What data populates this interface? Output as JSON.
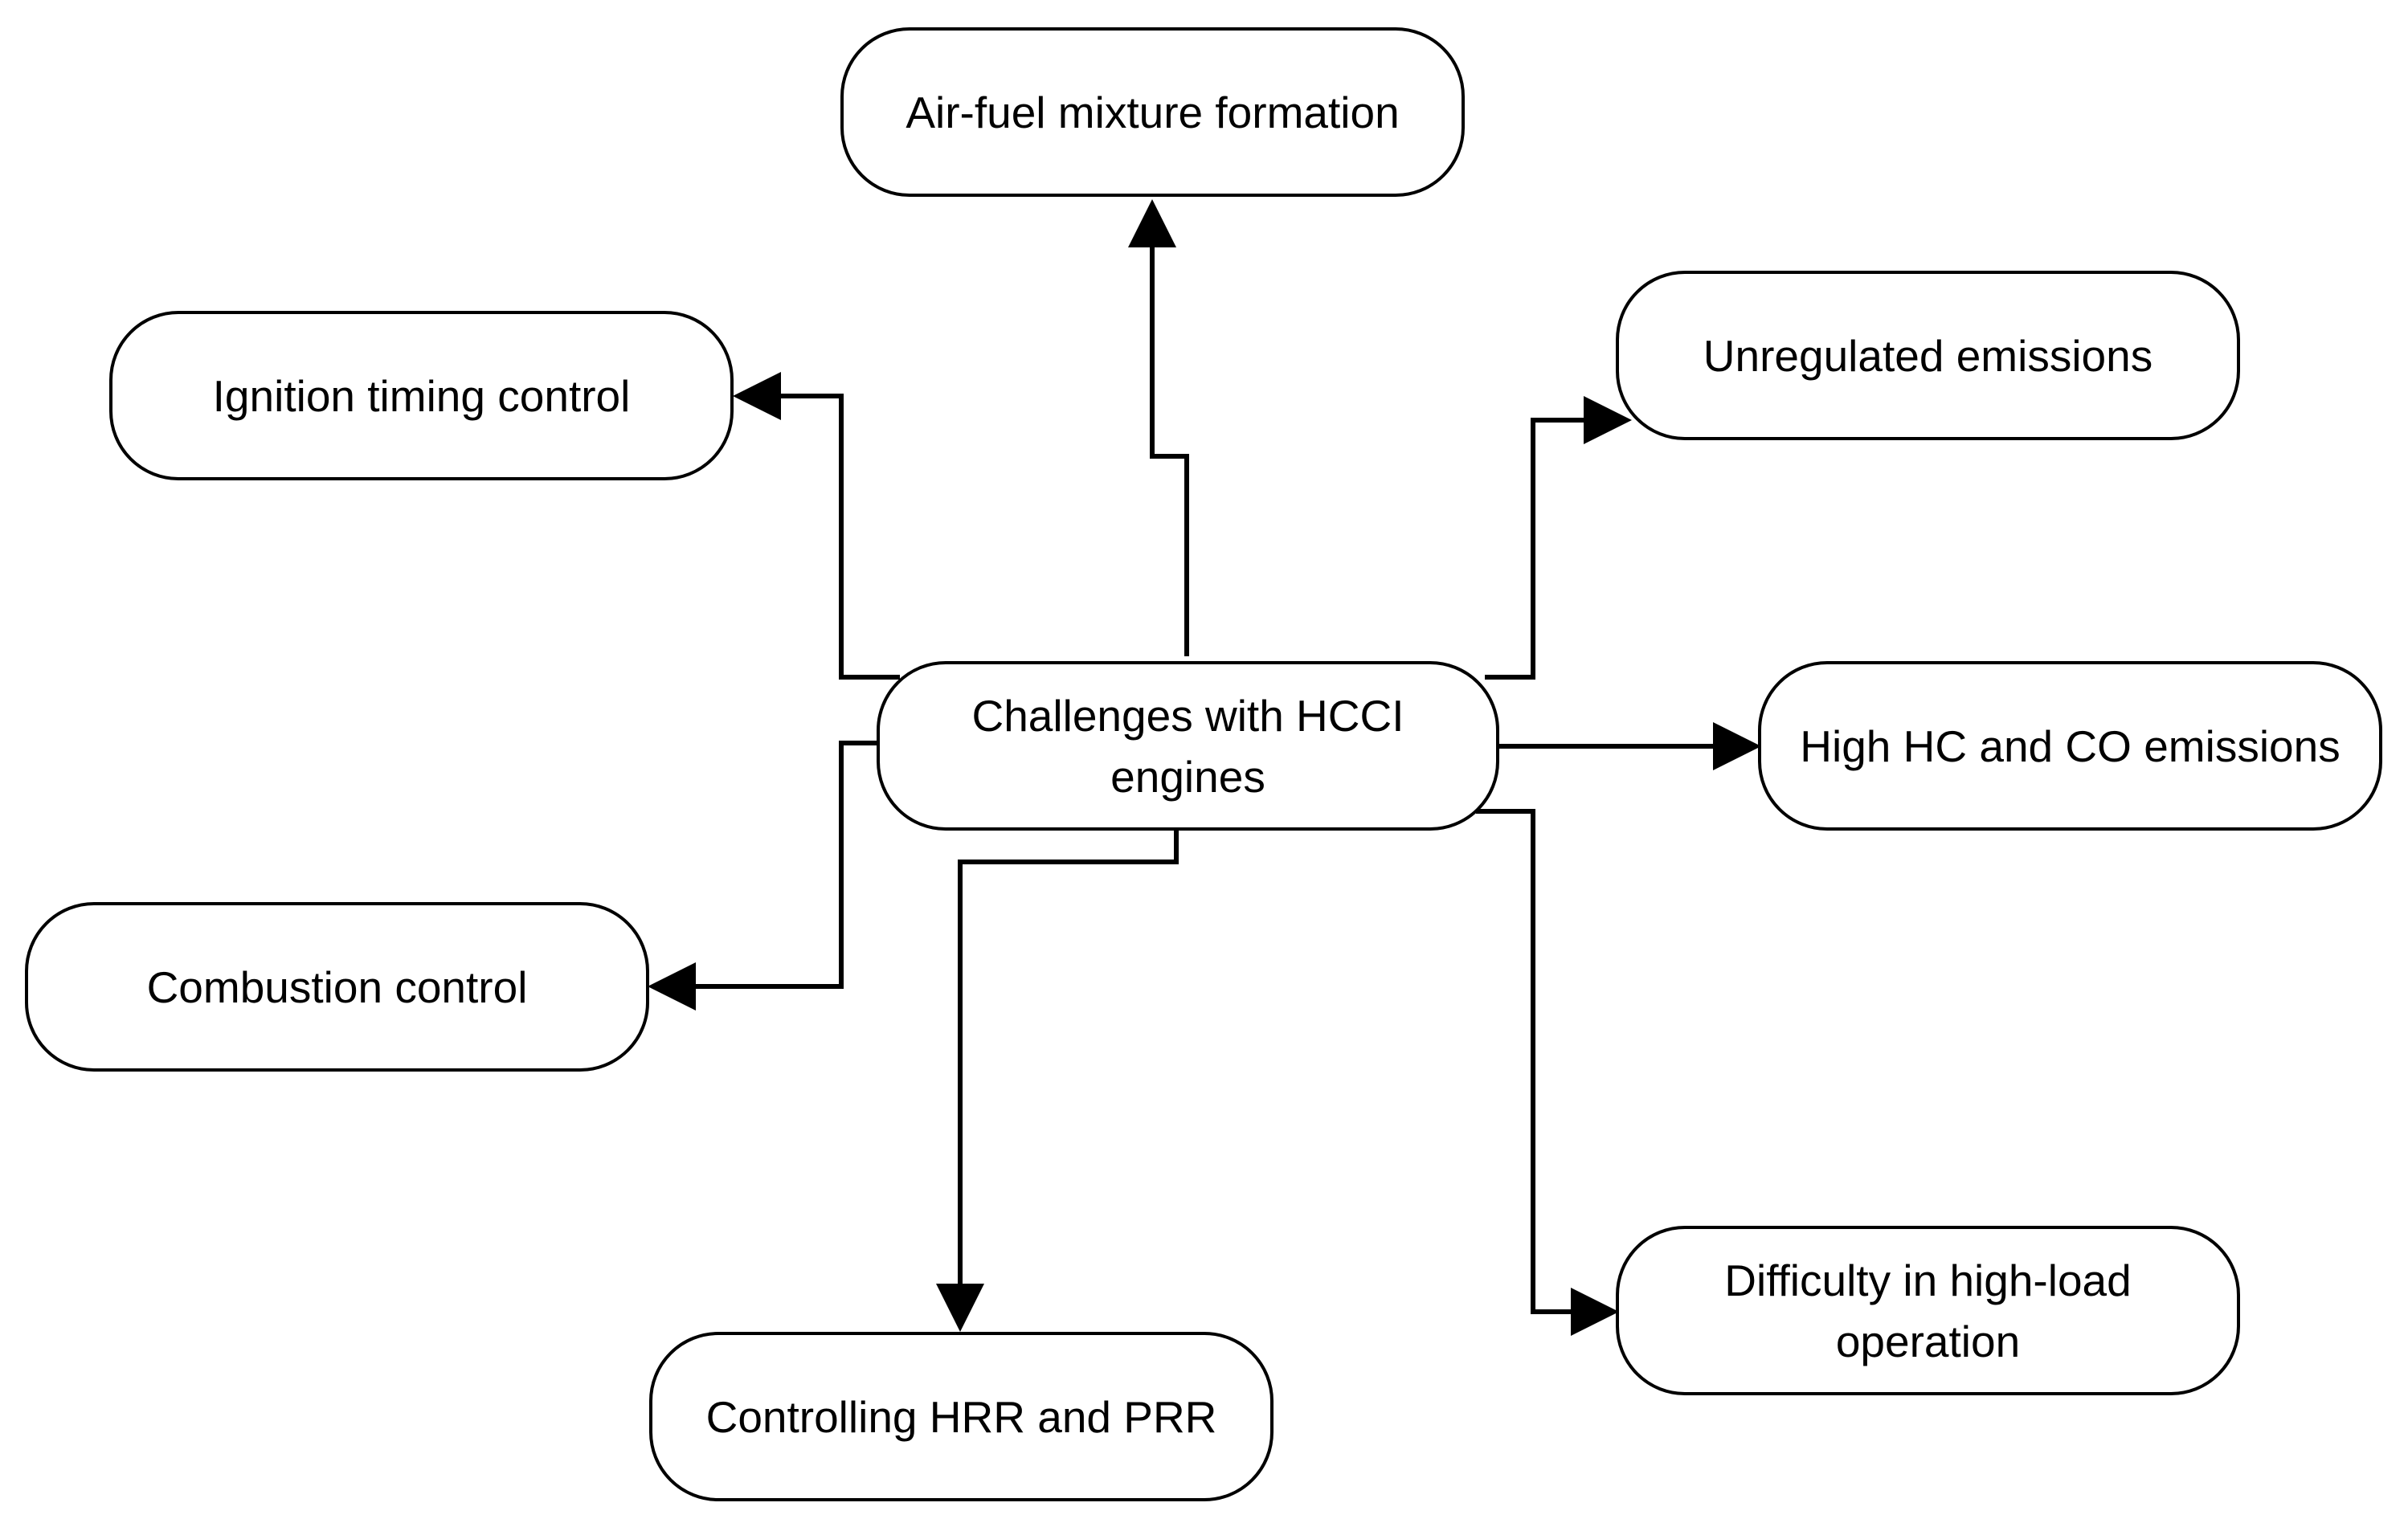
{
  "diagram": {
    "center": {
      "label_line1": "Challenges with HCCI",
      "label_line2": "engines"
    },
    "nodes": {
      "air_fuel": {
        "label": "Air-fuel mixture formation"
      },
      "ignition": {
        "label": "Ignition timing control"
      },
      "unregulated": {
        "label": "Unregulated emissions"
      },
      "hc_co": {
        "label": "High HC and CO emissions"
      },
      "combustion": {
        "label": "Combustion control"
      },
      "high_load": {
        "label_line1": "Difficulty in high-load",
        "label_line2": "operation"
      },
      "hrr_prr": {
        "label": "Controlling HRR and PRR"
      }
    }
  }
}
